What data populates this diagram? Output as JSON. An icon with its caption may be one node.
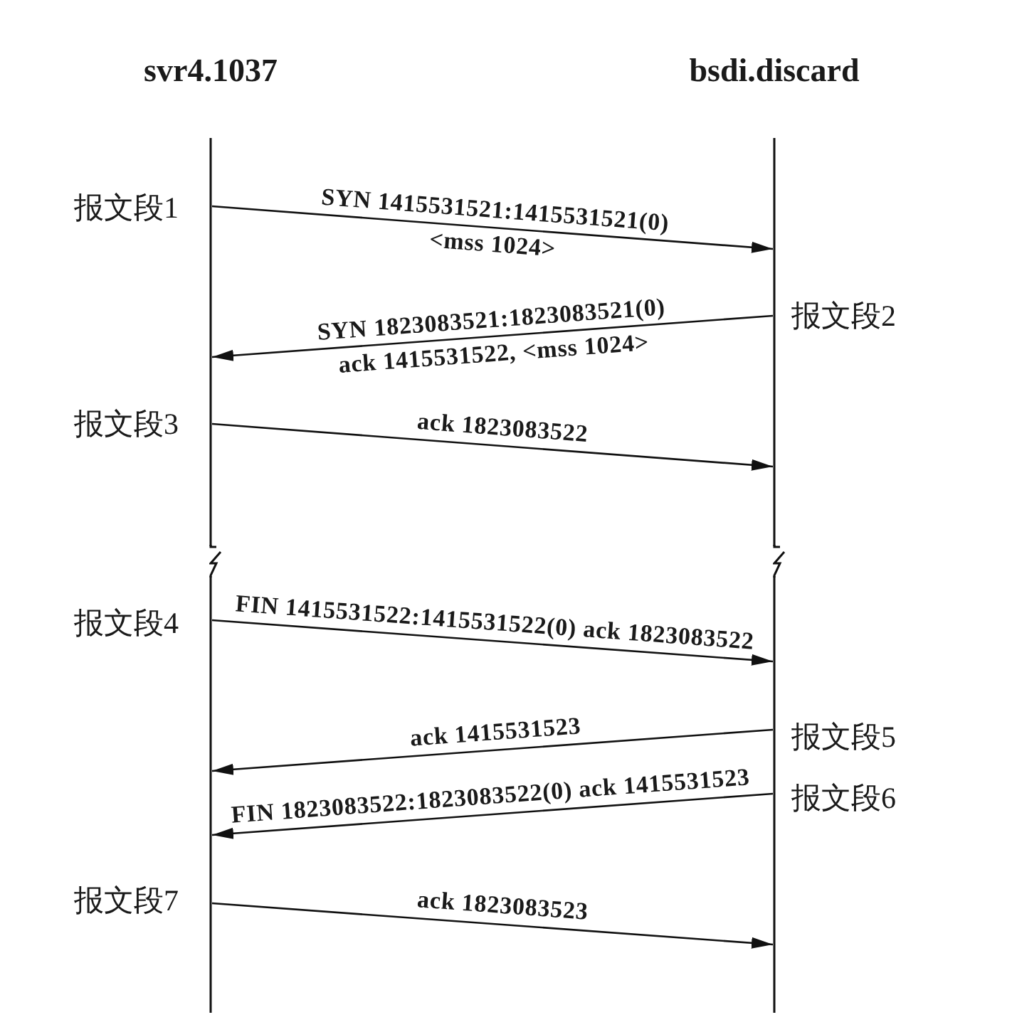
{
  "diagram": {
    "nodes": [
      {
        "text": [
          "svr4.1037"
        ]
      },
      {
        "text": [
          "bsdi.discard"
        ]
      }
    ],
    "edges": [
      {
        "from": 0,
        "to": 1,
        "arrow": "to",
        "label": "SYN 1415531521:1415531521(0) <mss 1024>"
      },
      {
        "from": 1,
        "to": 0,
        "arrow": "to",
        "label": "SYN 1823083521:1823083521(0) ack 1415531522, <mss 1024>"
      },
      {
        "from": 0,
        "to": 1,
        "arrow": "to",
        "label": "ack 1823083522"
      },
      {
        "from": 0,
        "to": 1,
        "arrow": "to",
        "label": "FIN 1415531522:1415531522(0) ack 1823083522"
      },
      {
        "from": 1,
        "to": 0,
        "arrow": "to",
        "label": "ack 1415531523"
      },
      {
        "from": 1,
        "to": 0,
        "arrow": "to",
        "label": "FIN 1823083522:1823083522(0) ack 1415531523"
      },
      {
        "from": 0,
        "to": 1,
        "arrow": "to",
        "label": "ack 1823083523"
      }
    ],
    "labels": [
      "报文段1",
      "报文段2",
      "报文段3",
      "报文段4",
      "报文段5",
      "报文段6",
      "报文段7"
    ]
  }
}
